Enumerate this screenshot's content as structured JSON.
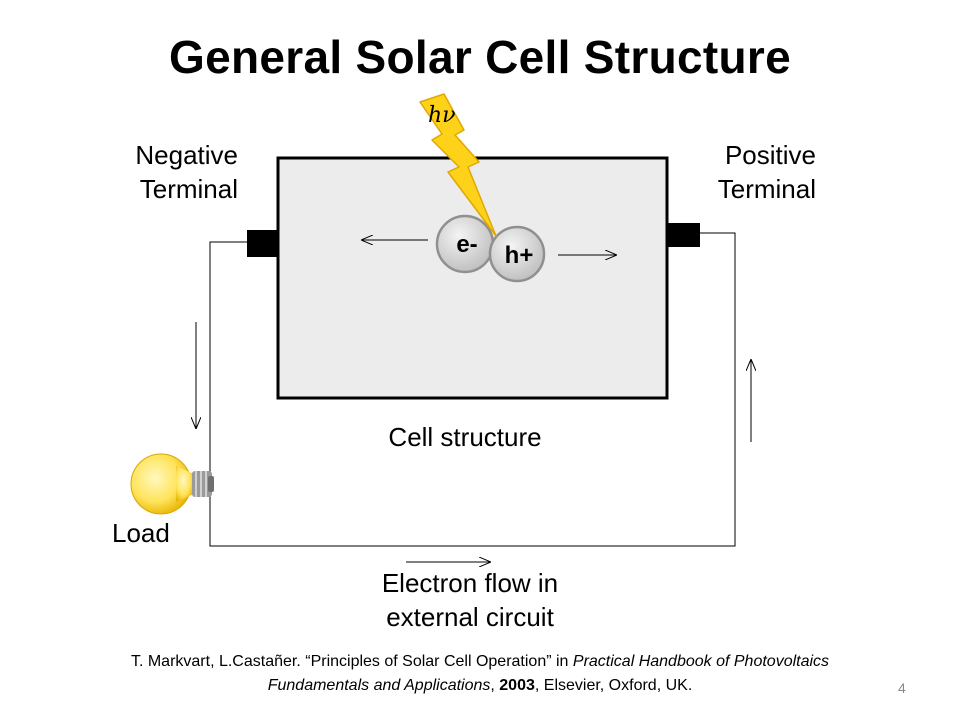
{
  "slide": {
    "title": "General Solar Cell Structure",
    "page_number": "4"
  },
  "labels": {
    "negative_terminal": [
      "Negative",
      "Terminal"
    ],
    "positive_terminal": [
      "Positive",
      "Terminal"
    ],
    "cell_structure": "Cell structure",
    "load": "Load",
    "electron_flow": [
      "Electron flow in",
      "external circuit"
    ],
    "photon": "hν",
    "electron": "e-",
    "hole": "h+"
  },
  "citation": {
    "line1_plain": "T. Markvart, L.Castañer. “Principles of Solar Cell Operation” in ",
    "line1_italic": "Practical Handbook of Photovoltaics",
    "line2_italic": "Fundamentals and Applications",
    "line2_sep": ",  ",
    "year": "2003",
    "line2_rest": ", Elsevier, Oxford, UK."
  },
  "colors": {
    "cell_fill": "#ececec",
    "cell_border": "#000000",
    "terminal": "#000000",
    "bolt_fill": "#ffd21a",
    "bolt_stroke": "#e0a800",
    "bulb_glass": "#ffe45c",
    "bulb_base": "#9a9a9a",
    "carrier_fill": "#d4d4d4",
    "carrier_stroke": "#909090"
  },
  "icons": {
    "bolt": "lightning-bolt-icon",
    "bulb": "light-bulb-icon"
  }
}
